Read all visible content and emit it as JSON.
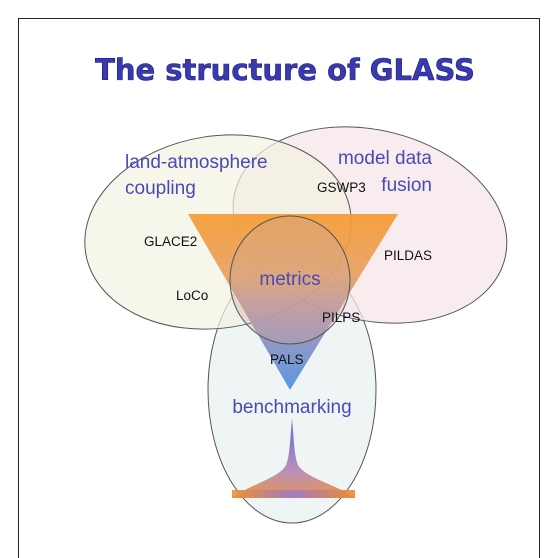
{
  "title": "The structure of GLASS",
  "regions": {
    "land_atmosphere": [
      "land-atmosphere",
      "coupling"
    ],
    "model_data": [
      "model data",
      "fusion"
    ],
    "benchmarking": "benchmarking",
    "center": "metrics"
  },
  "projects": [
    "GSWP3",
    "GLACE2",
    "PILDAS",
    "LoCo",
    "PILPS",
    "PALS"
  ],
  "colors": {
    "title": "#3a3ab0",
    "label": "#4a4ab4",
    "orange": "#f5a040",
    "blue": "#5a8fd8",
    "purple": "#8a7ab8"
  }
}
